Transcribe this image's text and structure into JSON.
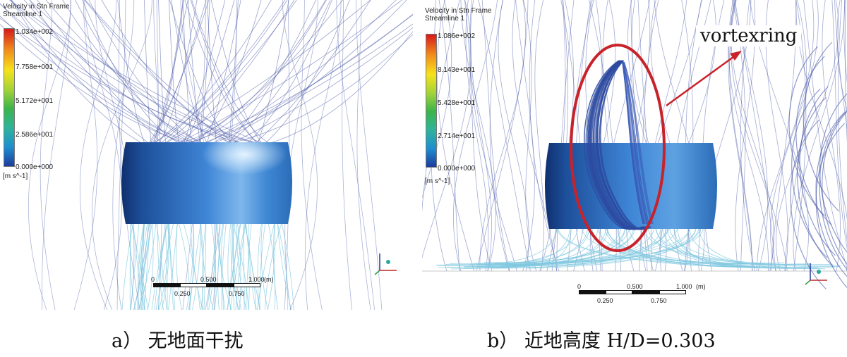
{
  "panel_a": {
    "legend_title": "Velocity in Stn Frame\nStreamline 1",
    "ticks": [
      "1.034e+002",
      "7.758e+001",
      "5.172e+001",
      "2.586e+001",
      "0.000e+000"
    ],
    "unit": "[m s^-1]",
    "scale_labels": {
      "l0": "0",
      "l500": "0.500",
      "l1000": "1.000",
      "unit": "(m)",
      "l250": "0.250",
      "l750": "0.750"
    }
  },
  "panel_b": {
    "legend_title": "Velocity in Stn Frame\nStreamline 1",
    "ticks": [
      "1.086e+002",
      "8.143e+001",
      "5.428e+001",
      "2.714e+001",
      "0.000e+000"
    ],
    "unit": "[m s^-1]",
    "scale_labels": {
      "l0": "0",
      "l500": "0.500",
      "l1000": "1.000",
      "unit": "(m)",
      "l250": "0.250",
      "l750": "0.750"
    },
    "callout": "vortexring"
  },
  "captions": {
    "a": "a）  无地面干扰",
    "b": "b）  近地高度 H/D=0.303"
  },
  "colors": {
    "streamline": "#4a5aa8",
    "streamline_light": "#7fc8e0",
    "rotor": "#2f6fb8",
    "highlight_ring": "#c8222a"
  }
}
